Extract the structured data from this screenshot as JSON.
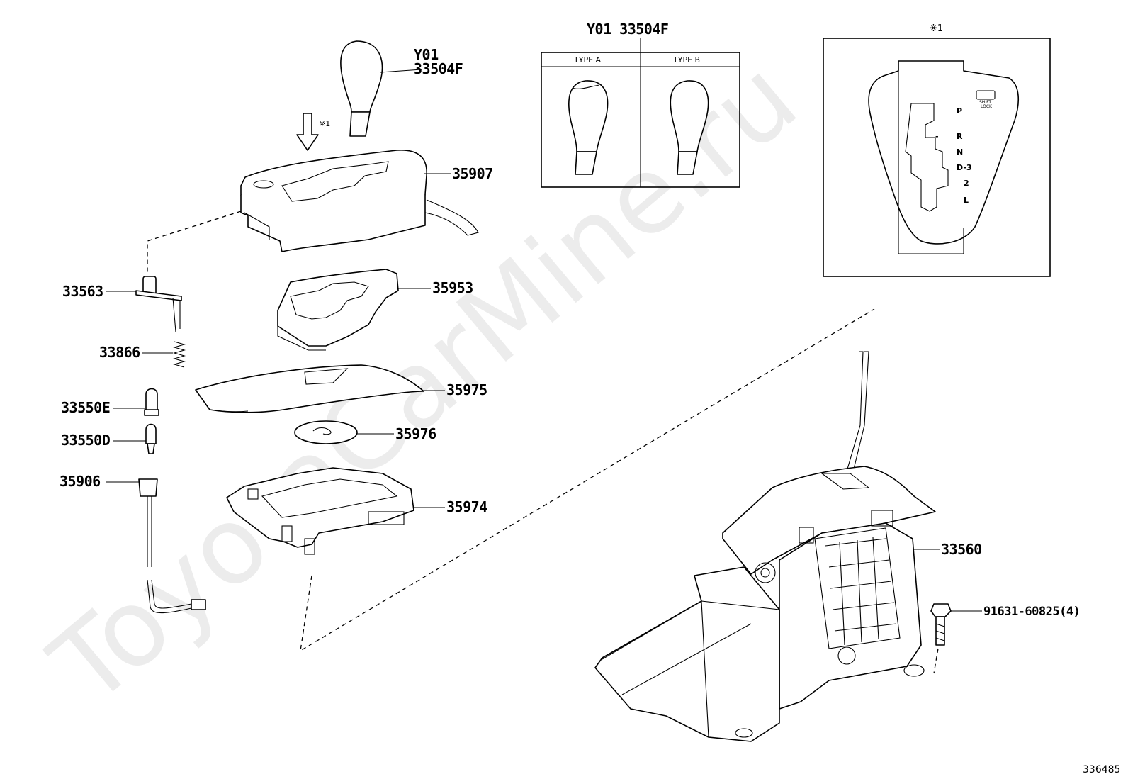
{
  "watermark": "ToyotaCarMine.ru",
  "diagram_id": "336485",
  "note_mark": "※1",
  "callouts": {
    "knob_color": "Y01",
    "knob": "33504F",
    "indicator_housing": "35907",
    "position_plate": "35953",
    "slide_cover": "35975",
    "slot_plate": "35976",
    "housing_base": "35974",
    "lock_switch": "33563",
    "spring": "33866",
    "bulb_e": "33550E",
    "bulb_d": "33550D",
    "socket": "35906",
    "shift_lever_assy": "33560",
    "bolt": "91631-60825(4)"
  },
  "type_box": {
    "heading": "Y01 33504F",
    "type_a": "TYPE A",
    "type_b": "TYPE B"
  },
  "detail_box": {
    "gears": [
      "P",
      "R",
      "N",
      "D-3",
      "2",
      "L"
    ],
    "dash_mark": "-",
    "shift_lock_line1": "SHIFT",
    "shift_lock_line2": "LOCK"
  }
}
